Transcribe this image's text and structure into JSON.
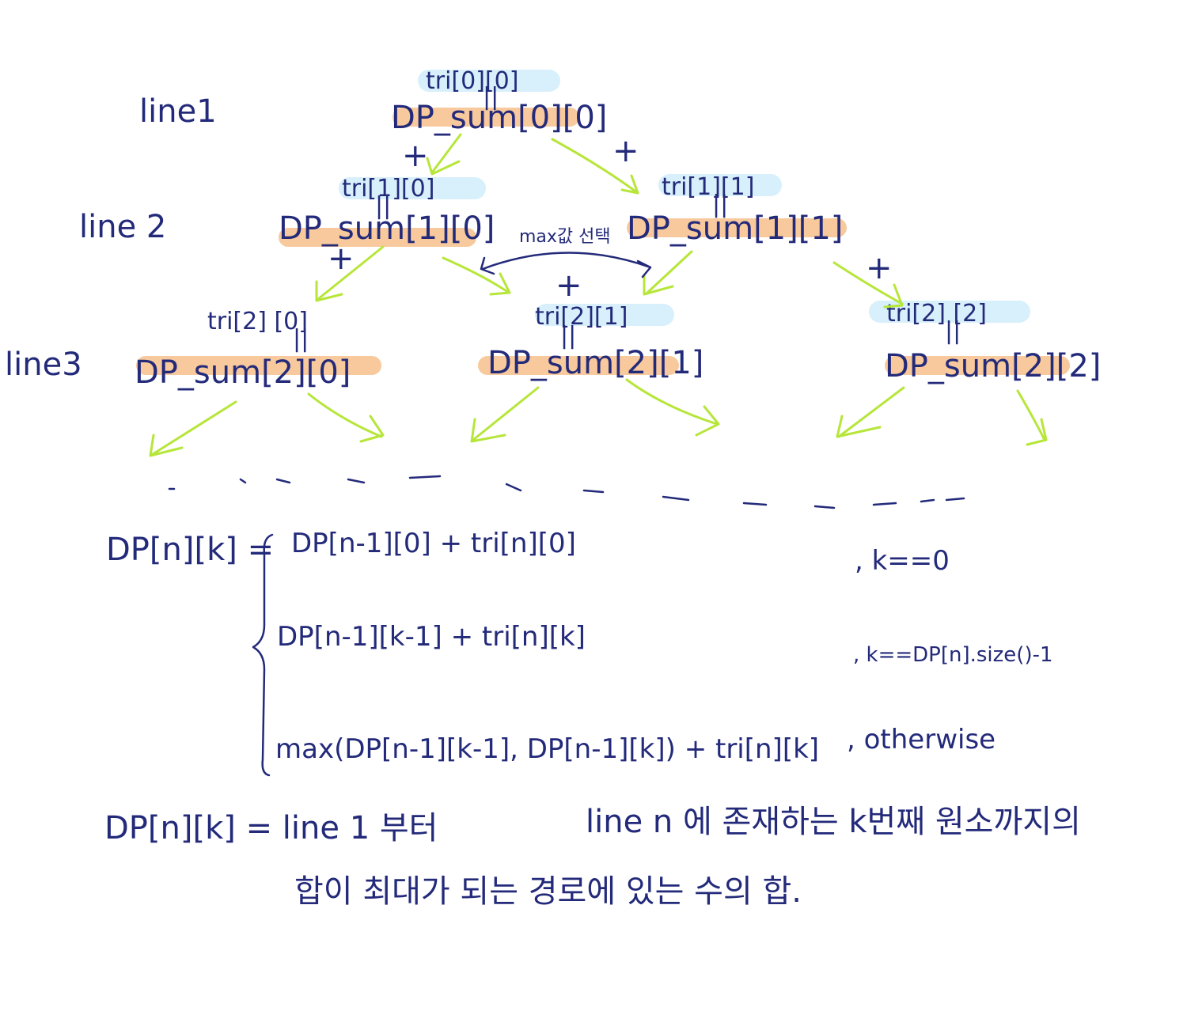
{
  "line_labels": [
    "line1",
    "line 2",
    "line3"
  ],
  "line1": {
    "tri": "tri[0][0]",
    "equals": "||",
    "dp": "DP_sum[0][0]"
  },
  "line2": [
    {
      "tri": "tri[1][0]",
      "equals": "||",
      "dp": "DP_sum[1][0]"
    },
    {
      "tri": "tri[1][1]",
      "equals": "||",
      "dp": "DP_sum[1][1]"
    }
  ],
  "line3": [
    {
      "tri": "tri[2] [0]",
      "equals": "||",
      "dp": "DP_sum[2][0]"
    },
    {
      "tri": "tri[2][1]",
      "equals": "||",
      "dp": "DP_sum[2][1]"
    },
    {
      "tri": "tri[2] [2]",
      "equals": "||",
      "dp": "DP_sum[2][2]"
    }
  ],
  "plus": "+",
  "max_note": "max값 선택",
  "formula": {
    "lhs": "DP[n][k] =",
    "case1_expr": "DP[n-1][0] + tri[n][0]",
    "case1_cond": ", k==0",
    "case2_expr": "DP[n-1][k-1] + tri[n][k]",
    "case2_cond": ", k==DP[n].size()-1",
    "case3_expr": "max(DP[n-1][k-1], DP[n-1][k]) + tri[n][k]",
    "case3_cond": ", otherwise"
  },
  "definition": {
    "part1": "DP[n][k] = line 1 부터",
    "part2": "line n 에 존재하는 k번째 원소까지의",
    "part3": "합이 최대가 되는 경로에 있는 수의 합."
  },
  "colors": {
    "ink": "#232a7a",
    "arrow": "#b7e63a",
    "highlight_tri": "#d7f0fb",
    "highlight_dp": "#f6c08b"
  }
}
